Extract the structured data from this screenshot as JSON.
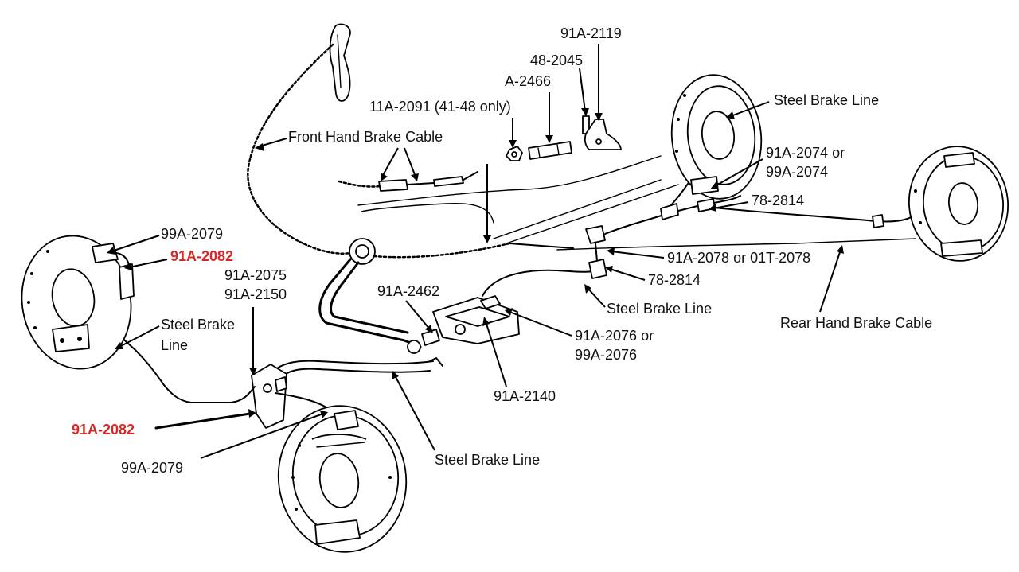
{
  "labels": {
    "p_2119": "91A-2119",
    "p_2045": "48-2045",
    "p_2466": "A-2466",
    "p_2091": "11A-2091 (41-48 only)",
    "front_cable": "Front Hand Brake Cable",
    "steel_line_top_right": "Steel Brake Line",
    "p_2074_a": "91A-2074 or",
    "p_2074_b": "99A-2074",
    "p_2814_top": "78-2814",
    "p_2078": "91A-2078 or 01T-2078",
    "p_2814_mid": "78-2814",
    "steel_line_mid": "Steel Brake Line",
    "rear_cable": "Rear Hand Brake Cable",
    "p_2079_top": "99A-2079",
    "p_2082_top": "91A-2082",
    "p_2075": "91A-2075",
    "p_2150": "91A-2150",
    "p_2462": "91A-2462",
    "steel_line_left_a": "Steel Brake",
    "steel_line_left_b": "Line",
    "p_2076_a": "91A-2076 or",
    "p_2076_b": "99A-2076",
    "p_2140": "91A-2140",
    "p_2082_bottom": "91A-2082",
    "p_2079_bottom": "99A-2079",
    "steel_line_bottom": "Steel Brake Line"
  },
  "colors": {
    "highlight": "#d62828",
    "ink": "#111111"
  }
}
